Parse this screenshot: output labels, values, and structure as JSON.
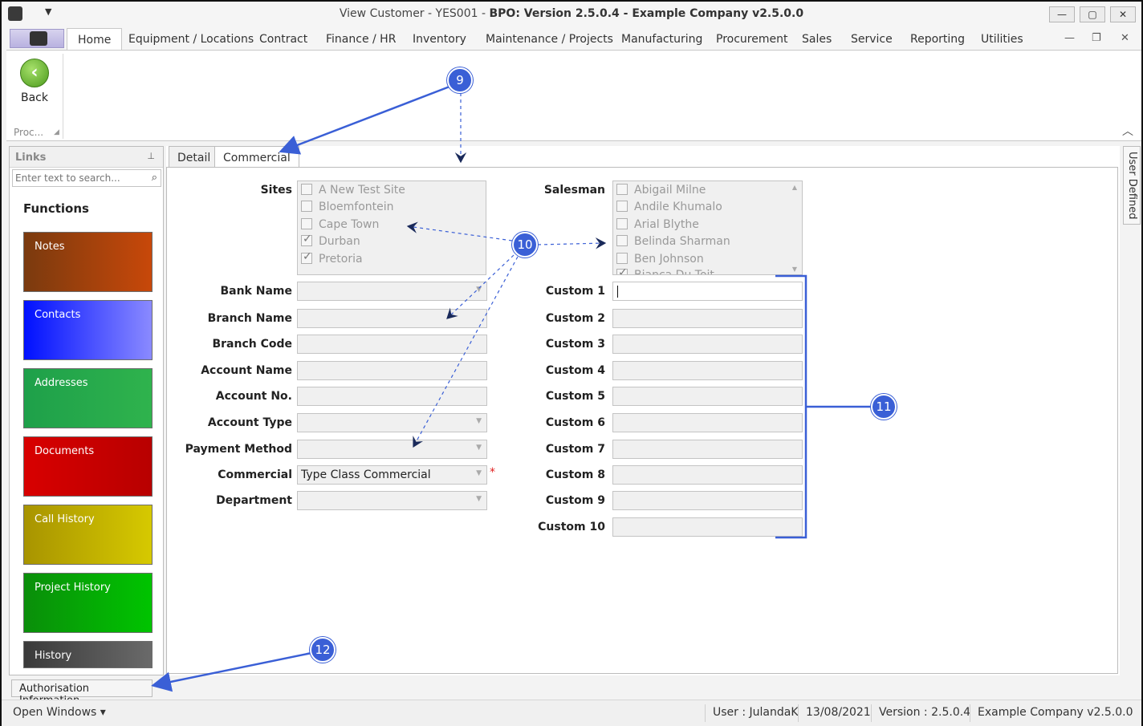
{
  "window": {
    "title_prefix": "View Customer - YES001 - ",
    "title_main": "BPO: Version 2.5.0.4 - Example Company v2.5.0.0",
    "minimize": "—",
    "maximize": "▢",
    "close": "✕"
  },
  "menu": {
    "tabs": [
      "Home",
      "Equipment / Locations",
      "Contract",
      "Finance / HR",
      "Inventory",
      "Maintenance / Projects",
      "Manufacturing",
      "Procurement",
      "Sales",
      "Service",
      "Reporting",
      "Utilities"
    ],
    "mdi_min": "—",
    "mdi_restore": "❐",
    "mdi_close": "✕"
  },
  "ribbon": {
    "back_label": "Back",
    "group_label": "Proc..."
  },
  "links": {
    "title": "Links",
    "search_placeholder": "Enter text to search...",
    "functions_title": "Functions",
    "buttons": [
      "Notes",
      "Contacts",
      "Addresses",
      "Documents",
      "Call History",
      "Project History",
      "History"
    ]
  },
  "tabs": [
    "Detail",
    "Commercial"
  ],
  "form": {
    "sites_label": "Sites",
    "sites": [
      {
        "name": "A New Test Site",
        "checked": false
      },
      {
        "name": "Bloemfontein",
        "checked": false
      },
      {
        "name": "Cape Town",
        "checked": false
      },
      {
        "name": "Durban",
        "checked": true
      },
      {
        "name": "Pretoria",
        "checked": true
      }
    ],
    "salesman_label": "Salesman",
    "salesmen": [
      {
        "name": "Abigail Milne",
        "checked": false
      },
      {
        "name": "Andile Khumalo",
        "checked": false
      },
      {
        "name": "Arial Blythe",
        "checked": false
      },
      {
        "name": "Belinda Sharman",
        "checked": false
      },
      {
        "name": "Ben Johnson",
        "checked": false
      },
      {
        "name": "Bianca Du Toit",
        "checked": true
      }
    ],
    "left_fields": [
      {
        "label": "Bank Name",
        "value": "",
        "dropdown": true
      },
      {
        "label": "Branch Name",
        "value": "",
        "dropdown": false
      },
      {
        "label": "Branch Code",
        "value": "",
        "dropdown": false
      },
      {
        "label": "Account Name",
        "value": "",
        "dropdown": false
      },
      {
        "label": "Account No.",
        "value": "",
        "dropdown": false
      },
      {
        "label": "Account Type",
        "value": "",
        "dropdown": true
      },
      {
        "label": "Payment Method",
        "value": "",
        "dropdown": true
      },
      {
        "label": "Commercial",
        "value": "Type Class Commercial",
        "dropdown": true,
        "required": "*"
      },
      {
        "label": "Department",
        "value": "",
        "dropdown": true
      }
    ],
    "custom_fields": [
      {
        "label": "Custom 1",
        "value": ""
      },
      {
        "label": "Custom 2",
        "value": ""
      },
      {
        "label": "Custom 3",
        "value": ""
      },
      {
        "label": "Custom 4",
        "value": ""
      },
      {
        "label": "Custom 5",
        "value": ""
      },
      {
        "label": "Custom 6",
        "value": ""
      },
      {
        "label": "Custom 7",
        "value": ""
      },
      {
        "label": "Custom 8",
        "value": ""
      },
      {
        "label": "Custom 9",
        "value": ""
      },
      {
        "label": "Custom 10",
        "value": ""
      }
    ]
  },
  "side_tab": "User Defined",
  "auth_info": "Authorisation Information",
  "status": {
    "open_windows": "Open Windows ▾",
    "user": "User : JulandaK",
    "date": "13/08/2021",
    "version": "Version : 2.5.0.4",
    "company": "Example Company v2.5.0.0"
  },
  "callouts": [
    "9",
    "10",
    "11",
    "12"
  ],
  "colors": {
    "callout": "#3a5fd6",
    "accent_green": "#4b9a1c"
  }
}
